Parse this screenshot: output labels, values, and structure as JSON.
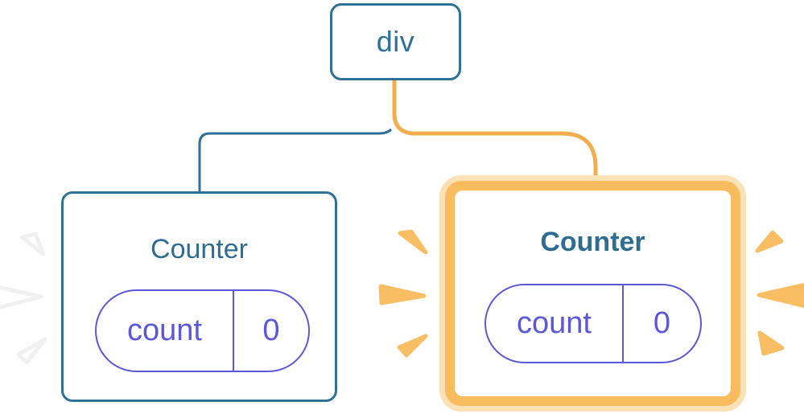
{
  "diagram": {
    "root": {
      "label": "div"
    },
    "cards": [
      {
        "title": "Counter",
        "state": {
          "key": "count",
          "value": "0"
        },
        "highlighted": false
      },
      {
        "title": "Counter",
        "state": {
          "key": "count",
          "value": "0"
        },
        "highlighted": true
      }
    ],
    "colors": {
      "blue": "#2e7096",
      "title_blue": "#2e6c92",
      "purple": "#5b57d8",
      "orange_line": "#f4ad4d",
      "orange_border": "#f8bc5f",
      "orange_pale": "#fce0b6",
      "orange_burst": "#f9bd64",
      "white_burst": "#ffffff"
    }
  }
}
